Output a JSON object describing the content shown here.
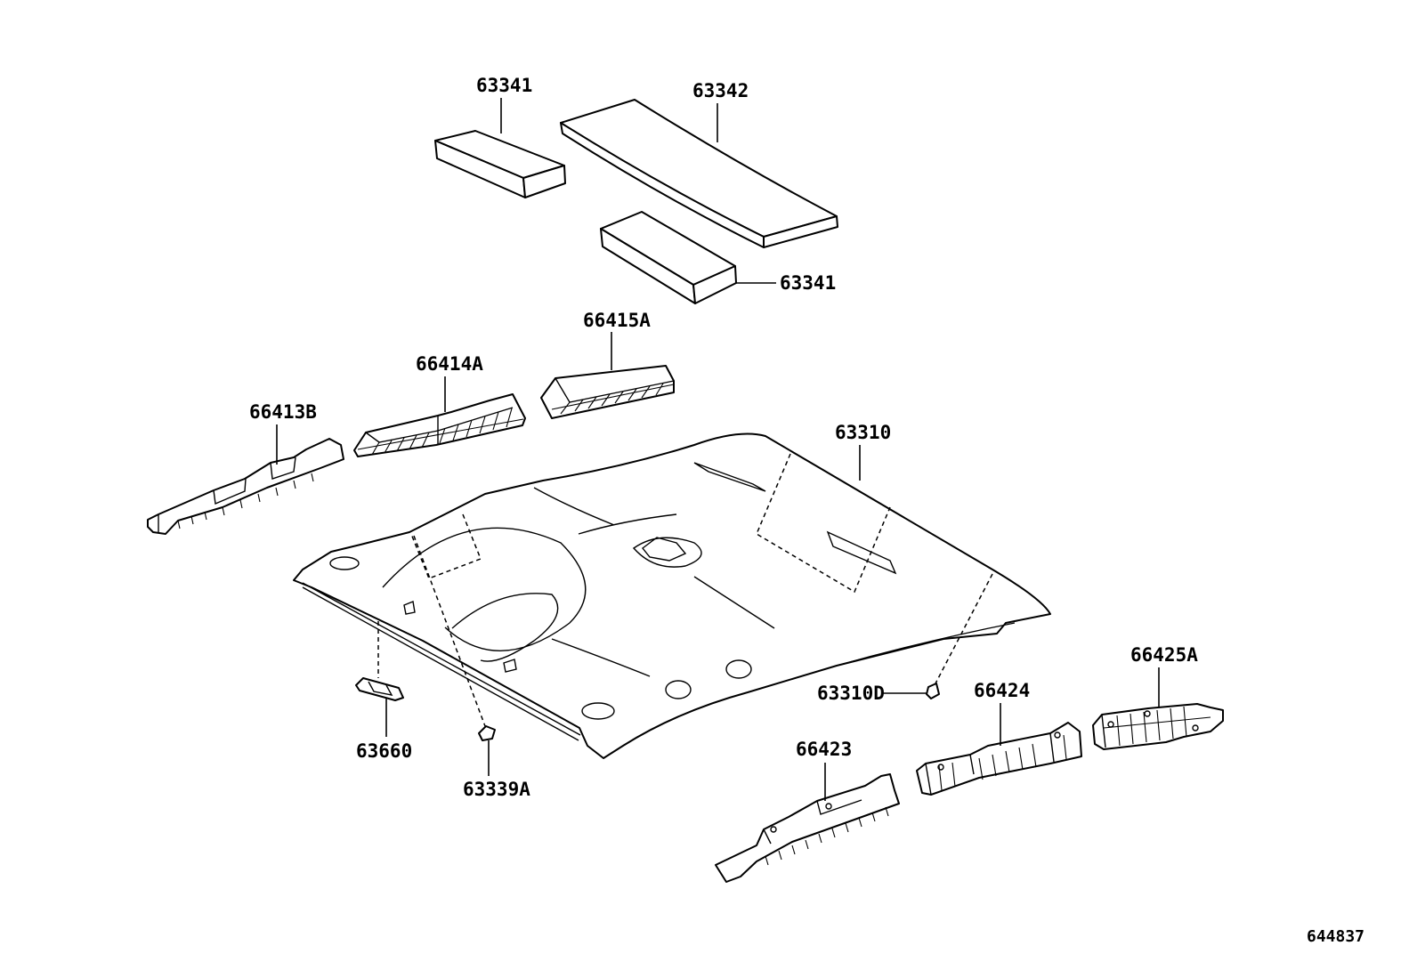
{
  "diagram": {
    "labels": {
      "p63341_top": "63341",
      "p63342": "63342",
      "p63341_bottom": "63341",
      "p66415A": "66415A",
      "p66414A": "66414A",
      "p66413B": "66413B",
      "p63310": "63310",
      "p63310D": "63310D",
      "p63660": "63660",
      "p63339A": "63339A",
      "p66423": "66423",
      "p66424": "66424",
      "p66425A": "66425A"
    },
    "figure_number": "644837"
  }
}
